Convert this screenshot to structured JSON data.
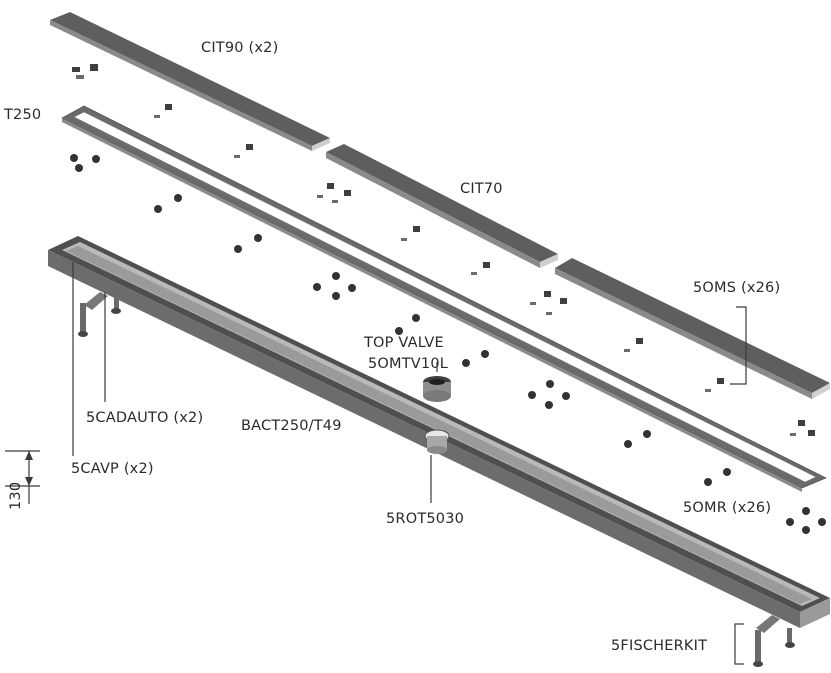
{
  "labels": {
    "cit90": "CIT90 (x2)",
    "t250": "T250",
    "cit70": "CIT70",
    "oms": "5OMS (x26)",
    "top_valve": "TOP VALVE",
    "omtv": "5OMTV10L",
    "cadauto": "5CADAUTO (x2)",
    "bact": "BACT250/T49",
    "cavp": "5CAVP (x2)",
    "omr": "5OMR (x26)",
    "rot": "5ROT5030",
    "fischer": "5FISCHERKIT",
    "dim130": "130"
  },
  "colors": {
    "plate": "#5e5e5e",
    "channel": "#4f4f4f",
    "frame": "#6a6a6a",
    "text": "#2b2b2b"
  }
}
